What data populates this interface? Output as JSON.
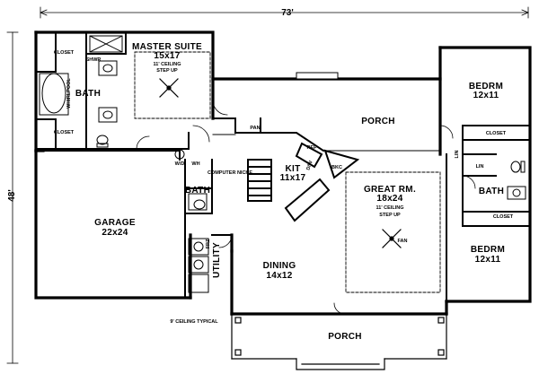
{
  "overall": {
    "width": "73'",
    "depth": "48'"
  },
  "rooms": {
    "master_suite": {
      "name": "MASTER SUITE",
      "size": "15x17",
      "note1": "11' CEILING",
      "note2": "STEP UP"
    },
    "bath_master": {
      "name": "BATH"
    },
    "closet_master_top": {
      "name": "CLOSET"
    },
    "closet_master_bottom": {
      "name": "CLOSET"
    },
    "whirlpool": {
      "name": "WHIRLPOOL"
    },
    "shwr": {
      "name": "SHWR"
    },
    "porch_rear": {
      "name": "PORCH"
    },
    "bedrm_top": {
      "name": "BEDRM",
      "size": "12x11"
    },
    "closet_right_top": {
      "name": "CLOSET"
    },
    "lin": {
      "name": "LIN"
    },
    "bath_right": {
      "name": "BATH"
    },
    "closet_right_bottom": {
      "name": "CLOSET"
    },
    "bedrm_bottom": {
      "name": "BEDRM",
      "size": "12x11"
    },
    "kit": {
      "name": "KIT",
      "size": "11x17"
    },
    "pan": {
      "name": "PAN"
    },
    "computer_niche": {
      "name": "COMPUTER NICHE"
    },
    "great_rm": {
      "name": "GREAT RM.",
      "size": "18x24",
      "note1": "11' CEILING",
      "note2": "STEP UP"
    },
    "garage": {
      "name": "GARAGE",
      "size": "22x24"
    },
    "bath_small": {
      "name": "BATH"
    },
    "utility": {
      "name": "UTILITY"
    },
    "dining": {
      "name": "DINING",
      "size": "14x12"
    },
    "porch_front": {
      "name": "PORCH"
    }
  },
  "labels": {
    "ceiling_note": "9' CEILING TYPICAL",
    "wd": "W/D",
    "dw": "D/W",
    "fan": "FAN",
    "ref": "REF",
    "wh": "WH",
    "frz": "FRZ",
    "bkc": "BKC",
    "lin_small": "LIN"
  }
}
